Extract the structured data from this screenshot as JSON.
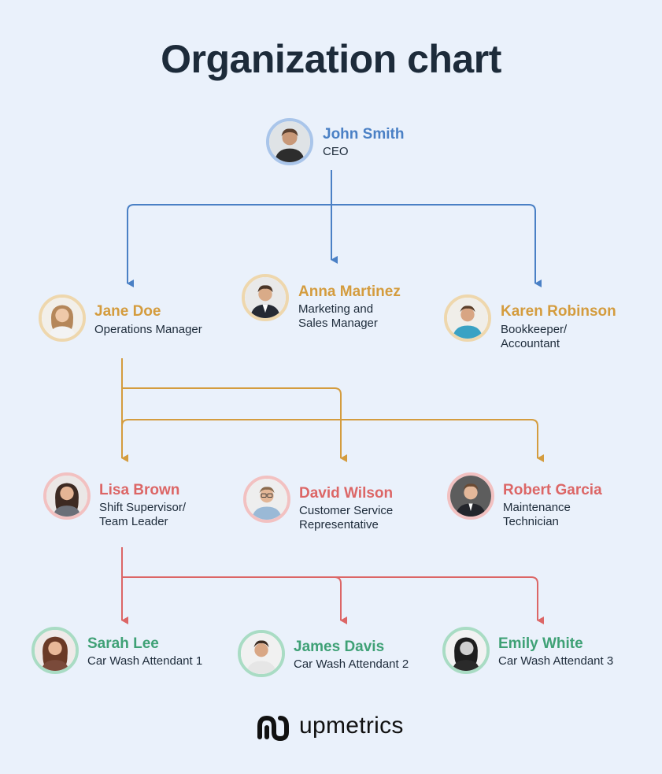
{
  "title": "Organization chart",
  "colors": {
    "level1": "#4a80c5",
    "level2": "#d49c3e",
    "level3": "#dc6666",
    "level4": "#3fa176"
  },
  "people": {
    "ceo": {
      "name": "John Smith",
      "role": [
        "CEO"
      ]
    },
    "jane": {
      "name": "Jane Doe",
      "role": [
        "Operations Manager"
      ]
    },
    "anna": {
      "name": "Anna Martinez",
      "role": [
        "Marketing and",
        "Sales Manager"
      ]
    },
    "karen": {
      "name": "Karen Robinson",
      "role": [
        "Bookkeeper/",
        "Accountant"
      ]
    },
    "lisa": {
      "name": "Lisa Brown",
      "role": [
        "Shift Supervisor/",
        "Team Leader"
      ]
    },
    "david": {
      "name": "David Wilson",
      "role": [
        "Customer Service",
        "Representative"
      ]
    },
    "robert": {
      "name": "Robert Garcia",
      "role": [
        "Maintenance",
        "Technician"
      ]
    },
    "sarah": {
      "name": "Sarah Lee",
      "role": [
        "Car Wash Attendant 1"
      ]
    },
    "james": {
      "name": "James Davis",
      "role": [
        "Car Wash Attendant 2"
      ]
    },
    "emily": {
      "name": "Emily White",
      "role": [
        "Car Wash Attendant 3"
      ]
    }
  },
  "brand": {
    "name": "upmetrics",
    "icon": "upmetrics-logo-icon"
  }
}
